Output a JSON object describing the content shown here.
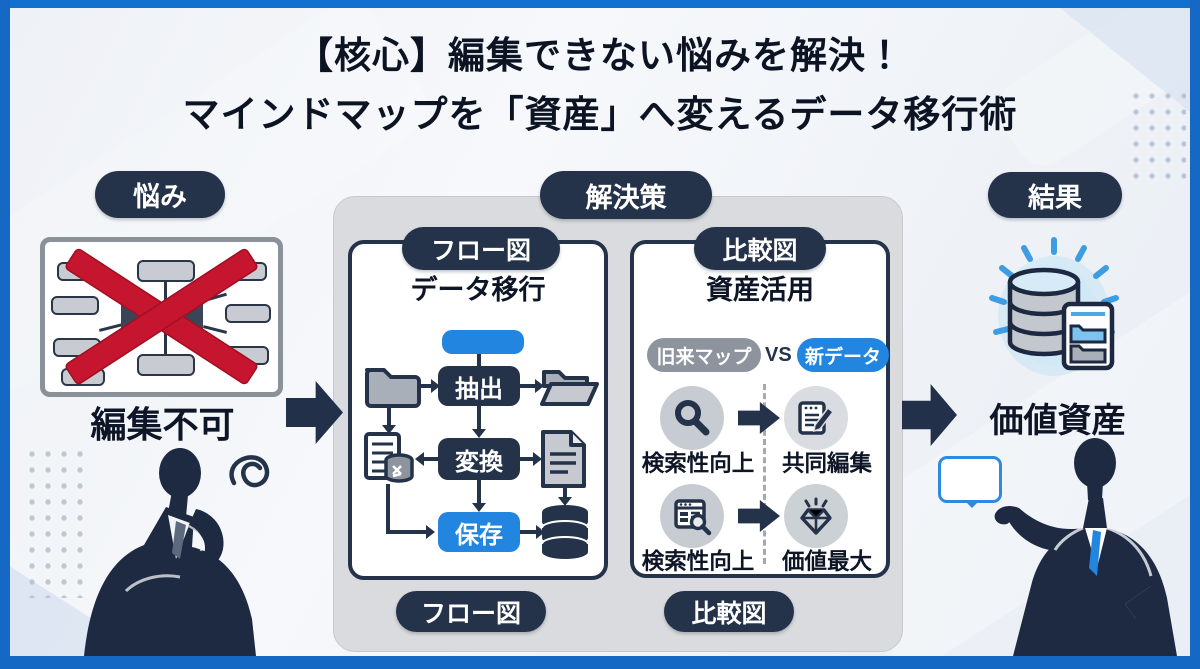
{
  "title": {
    "line1": "【核心】編集できない悩みを解決！",
    "line2": "マインドマップを「資産」へ変えるデータ移行術"
  },
  "sections": {
    "problem": {
      "badge": "悩み",
      "caption": "編集不可"
    },
    "solution": {
      "badge": "解決策",
      "flow": {
        "badge": "フロー図",
        "title": "データ移行",
        "steps": [
          "抽出",
          "変換",
          "保存"
        ]
      },
      "comparison": {
        "badge": "比較図",
        "title": "資産活用",
        "left_pill": "旧来マップ",
        "vs": "VS",
        "right_pill": "新データ",
        "rows": [
          {
            "left_label": "検索性向上",
            "right_label": "共同編集"
          },
          {
            "left_label": "検索性向上",
            "right_label": "価値最大"
          }
        ]
      }
    },
    "result": {
      "badge": "結果",
      "caption": "価値資産"
    }
  },
  "icons": {
    "problem": "mindmap-x-icon",
    "flow_input": "folder-icon",
    "flow_output": "open-folder-icon",
    "flow_doc_sync": "document-database-sync-icon",
    "flow_doc": "document-icon",
    "flow_db": "database-icon",
    "comp_row1_left": "magnifier-icon",
    "comp_row1_right": "notepad-pencil-icon",
    "comp_row2_left": "browser-search-icon",
    "comp_row2_right": "diamond-icon",
    "result": "database-folder-glow-icon",
    "left_person": "thinking-businessman-silhouette",
    "right_person": "presenting-businessman-silhouette"
  },
  "colors": {
    "frame": "#1568c4",
    "navy": "#25334a",
    "accent_blue": "#2285e0",
    "red_x": "#c5152f",
    "gray_pill": "#8d949e",
    "panel": "#d9dbde"
  }
}
